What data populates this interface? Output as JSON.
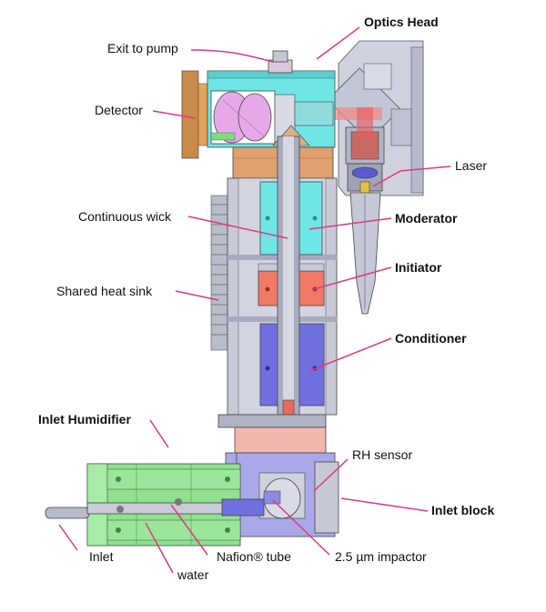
{
  "labels": {
    "optics_head": "Optics Head",
    "exit_to_pump": "Exit to pump",
    "detector": "Detector",
    "laser": "Laser",
    "continuous_wick": "Continuous wick",
    "moderator": "Moderator",
    "initiator": "Initiator",
    "shared_heat_sink": "Shared heat sink",
    "conditioner": "Conditioner",
    "inlet_humidifier": "Inlet Humidifier",
    "rh_sensor": "RH sensor",
    "inlet_block": "Inlet block",
    "inlet": "Inlet",
    "nafion_tube": "Nafion® tube",
    "impactor": "2.5 µm impactor",
    "water": "water"
  },
  "colors": {
    "leader": "#e0387f",
    "metal": "#c8cad8",
    "metal_dark": "#9ea2b8",
    "cyan": "#6fe6e6",
    "salmon": "#f07a66",
    "blue": "#6f6fe0",
    "green": "#8fe08f",
    "lavender": "#a9a9ea",
    "pink": "#f2b8b0",
    "orange": "#e0a070",
    "copper": "#c98a4a"
  }
}
